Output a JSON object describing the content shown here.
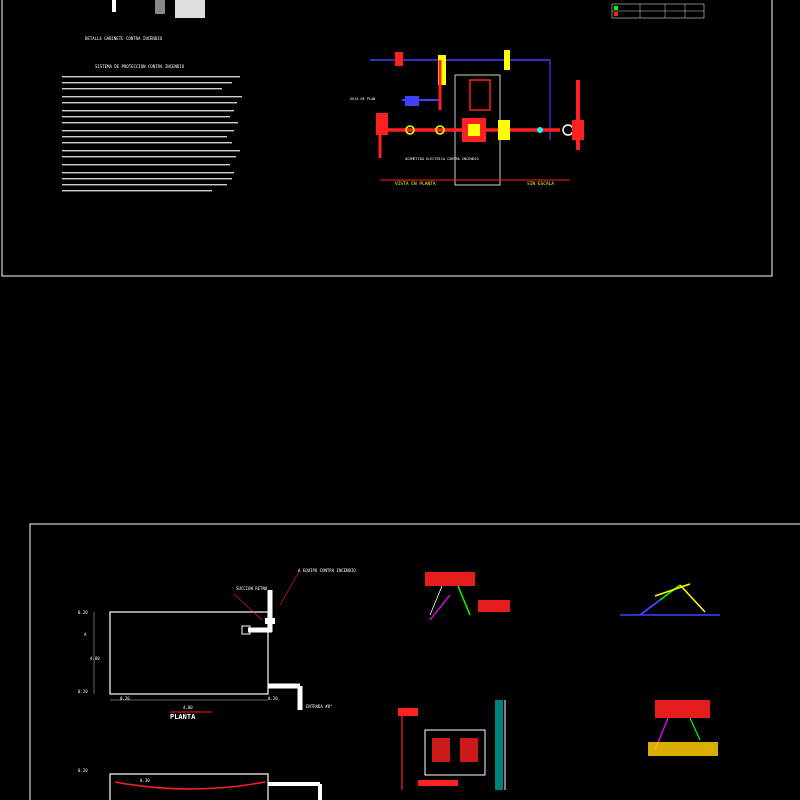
{
  "top_sheet": {
    "left_title": "DETALLE GABINETE CONTRA INCENDIO",
    "notes_title": "SISTEMA DE PROTECCION CONTRA INCENDIO",
    "valve_label_left": "GUIA DE PLAN",
    "bottom_left_label": "VISTA EN PLANTA",
    "bottom_right_label": "SIN ESCALA",
    "caption": "ACOMETIDA ELECTRICA CONTRA INCENDIO"
  },
  "bottom_sheet": {
    "label_succion": "SUCCION RETNO",
    "label_equipo": "A EQUIPO CONTRA INCENDIO",
    "dim_top_left": "0.20",
    "dim_a": "A",
    "dim_left_middle": "4.80",
    "dim_bottom_left": "0.20",
    "dim_bottom_a": "0.20",
    "dim_bottom_width": "4.00",
    "dim_bottom_right": "0.20",
    "plan_title": "PLANTA",
    "entrada_label": "ENTRADA #8\"",
    "dim_section_left": "0.20",
    "dim_section_inner": "0.30"
  },
  "colors": {
    "background": "#000000",
    "frame": "#ffffff",
    "pipe_red": "#ff2020",
    "pipe_yellow": "#ffff00",
    "pipe_blue": "#4040ff",
    "accent_cyan": "#00ffff",
    "accent_green": "#00ff00",
    "accent_magenta": "#ff00ff"
  }
}
